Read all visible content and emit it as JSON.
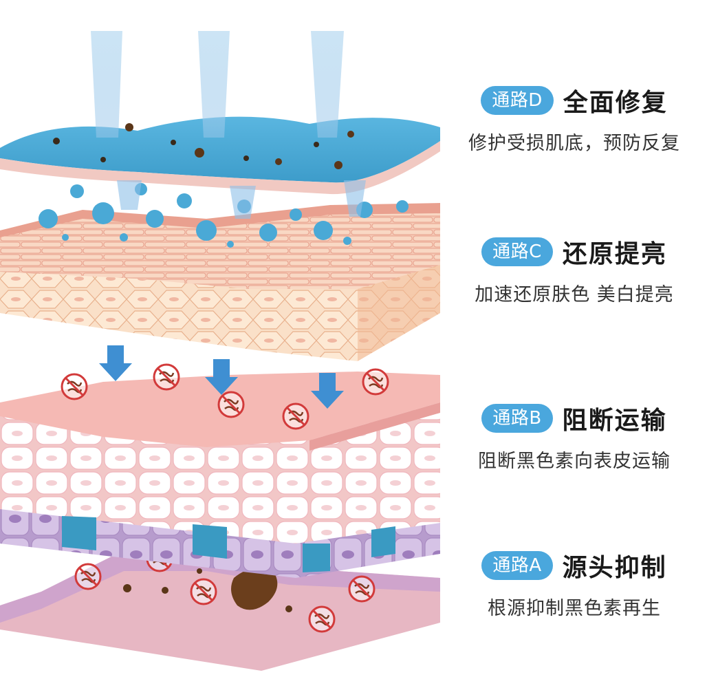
{
  "pathways": [
    {
      "badge": "通路D",
      "title": "全面修复",
      "desc": "修护受损肌底，预防反复"
    },
    {
      "badge": "通路C",
      "title": "还原提亮",
      "desc": "加速还原肤色 美白提亮"
    },
    {
      "badge": "通路B",
      "title": "阻断运输",
      "desc": "阻断黑色素向表皮运输"
    },
    {
      "badge": "通路A",
      "title": "源头抑制",
      "desc": "根源抑制黑色素再生"
    }
  ],
  "colors": {
    "badge": "#4aa7dd",
    "gel": "#4aa9d6",
    "skin_pink": "#f2b9b4",
    "skin_peach": "#f8d2b6",
    "cell_white": "#ffffff",
    "cell_purple": "#c9b3dc",
    "cell_blue": "#3a9ac2",
    "melanin": "#5b3618",
    "block_red": "#d23a3a"
  },
  "icons": [
    "drip-streams",
    "blue-droplets",
    "down-arrow-icon",
    "blocked-melanin-icon"
  ]
}
